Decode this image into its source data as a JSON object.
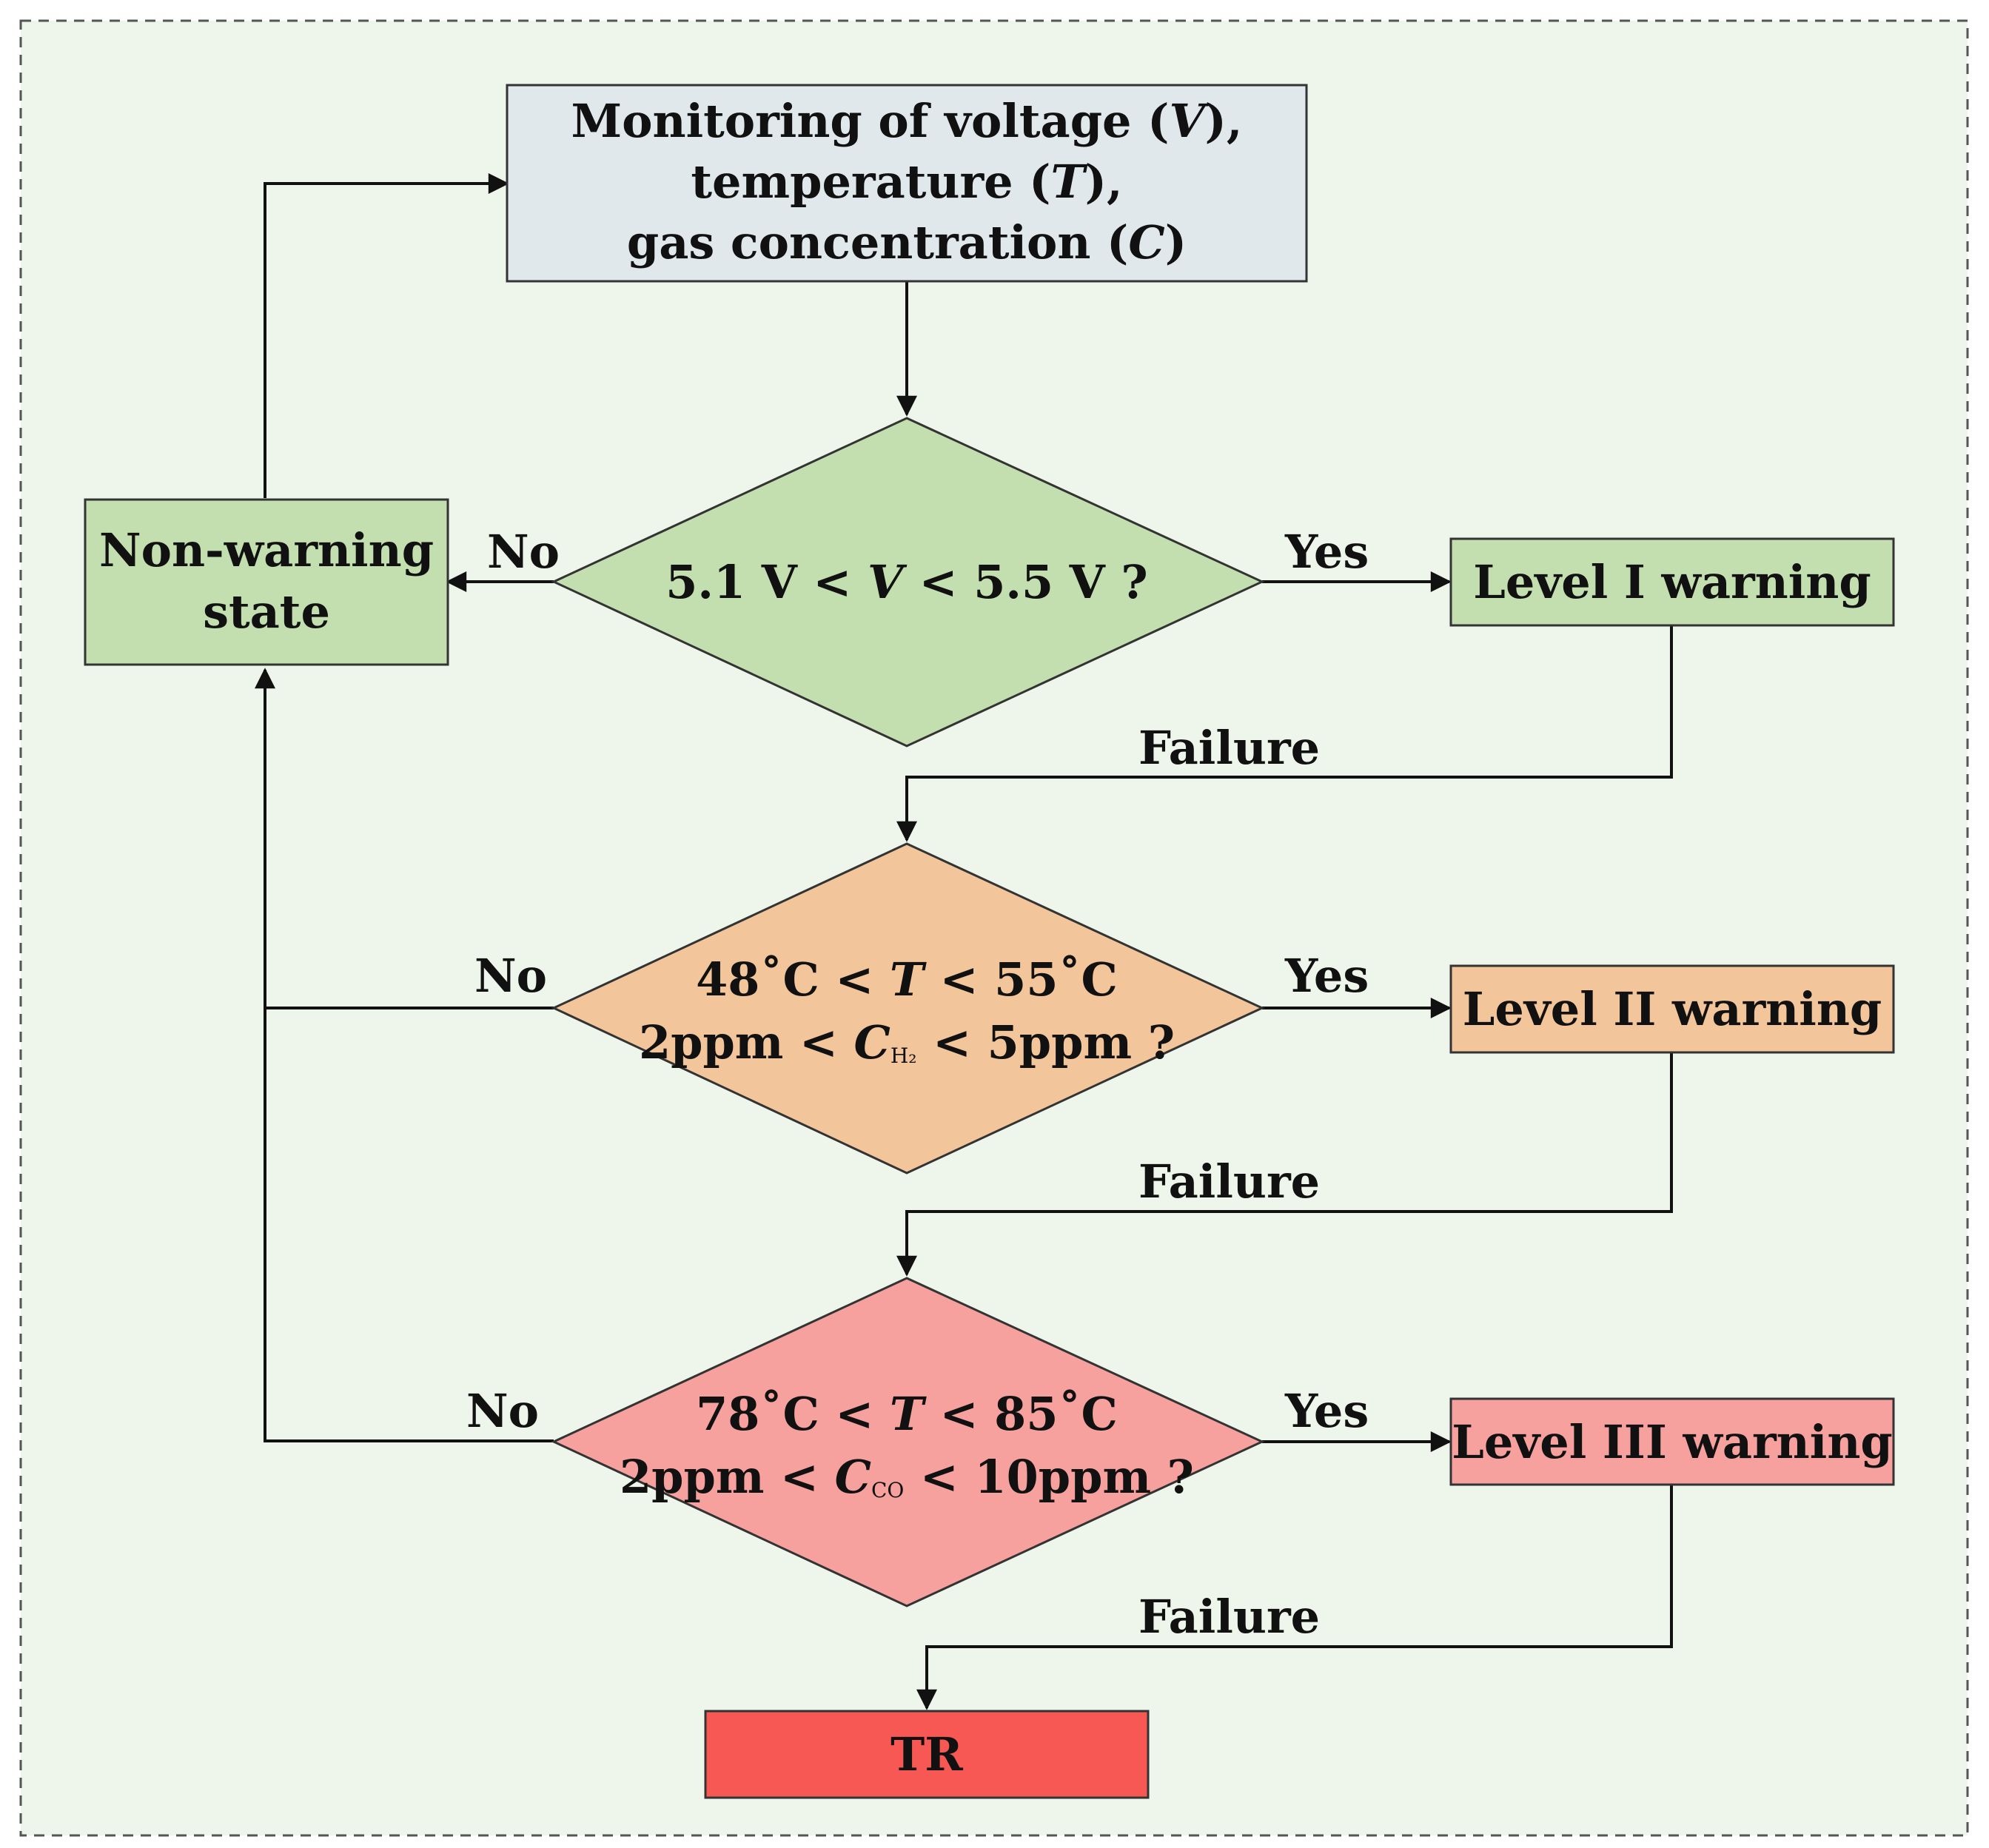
{
  "colors": {
    "frame_bg": "#eef5ea",
    "monitor_fill": "#e1e8ec",
    "green_fill": "#c3dfaf",
    "orange_fill": "#f2c59b",
    "pink_fill": "#f6a19e",
    "tr_fill": "#f85853"
  },
  "monitor": {
    "line1_pre": "Monitoring of voltage (",
    "line1_var": "V",
    "line1_post": "),",
    "line2_pre": "temperature (",
    "line2_var": "T",
    "line2_post": "),",
    "line3_pre": "gas concentration (",
    "line3_var": "C",
    "line3_post": ")"
  },
  "non_warning": {
    "line1": "Non-warning",
    "line2": "state"
  },
  "decision1": {
    "pre": "5.1 V < ",
    "var": "V",
    "post": " < 5.5 V ?"
  },
  "decision2": {
    "line1_pre": "48˚C < ",
    "line1_var": "T",
    "line1_post": " < 55˚C",
    "line2_pre": "2ppm < ",
    "line2_var": "C",
    "line2_sub": "H₂",
    "line2_post": " < 5ppm ?"
  },
  "decision3": {
    "line1_pre": "78˚C < ",
    "line1_var": "T",
    "line1_post": " < 85˚C",
    "line2_pre": "2ppm < ",
    "line2_var": "C",
    "line2_sub": "CO",
    "line2_post": " < 10ppm ?"
  },
  "level1": "Level I warning",
  "level2": "Level II warning",
  "level3": "Level III warning",
  "tr": "TR",
  "edges": {
    "no": "No",
    "yes": "Yes",
    "failure": "Failure"
  }
}
